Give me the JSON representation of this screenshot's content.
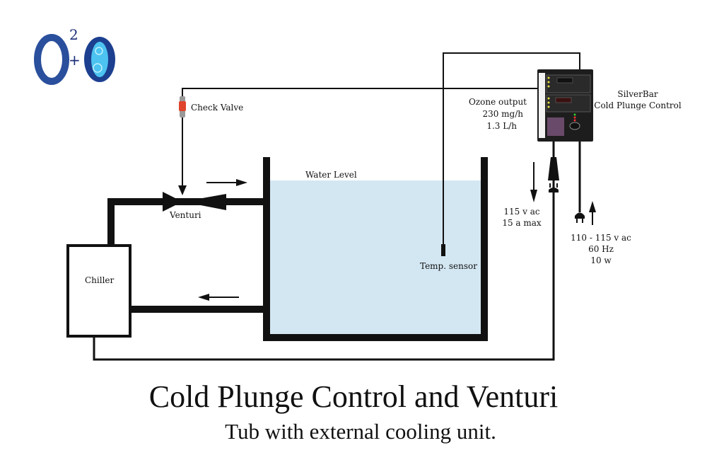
{
  "logo": {
    "text": "O²+O",
    "primary_color": "#1c3f8f",
    "accent_color": "#4cc3f0"
  },
  "labels": {
    "check_valve": "Check Valve",
    "venturi": "Venturi",
    "chiller": "Chiller",
    "water_level": "Water Level",
    "temp_sensor": "Temp. sensor",
    "ozone_output": [
      "Ozone output",
      "230 mg/h",
      "1.3 L/h"
    ],
    "controller": [
      "SilverBar",
      "Cold Plunge Control"
    ],
    "outlet_power": [
      "115 v ac",
      "15 a max"
    ],
    "input_power": [
      "110 - 115 v ac",
      "60 Hz",
      "10 w"
    ]
  },
  "title": "Cold Plunge Control and Venturi",
  "subtitle": "Tub with external cooling unit.",
  "colors": {
    "water": "#d3e7f3",
    "check_valve": "#e0442c",
    "controller_body": "#1d1d1d"
  }
}
